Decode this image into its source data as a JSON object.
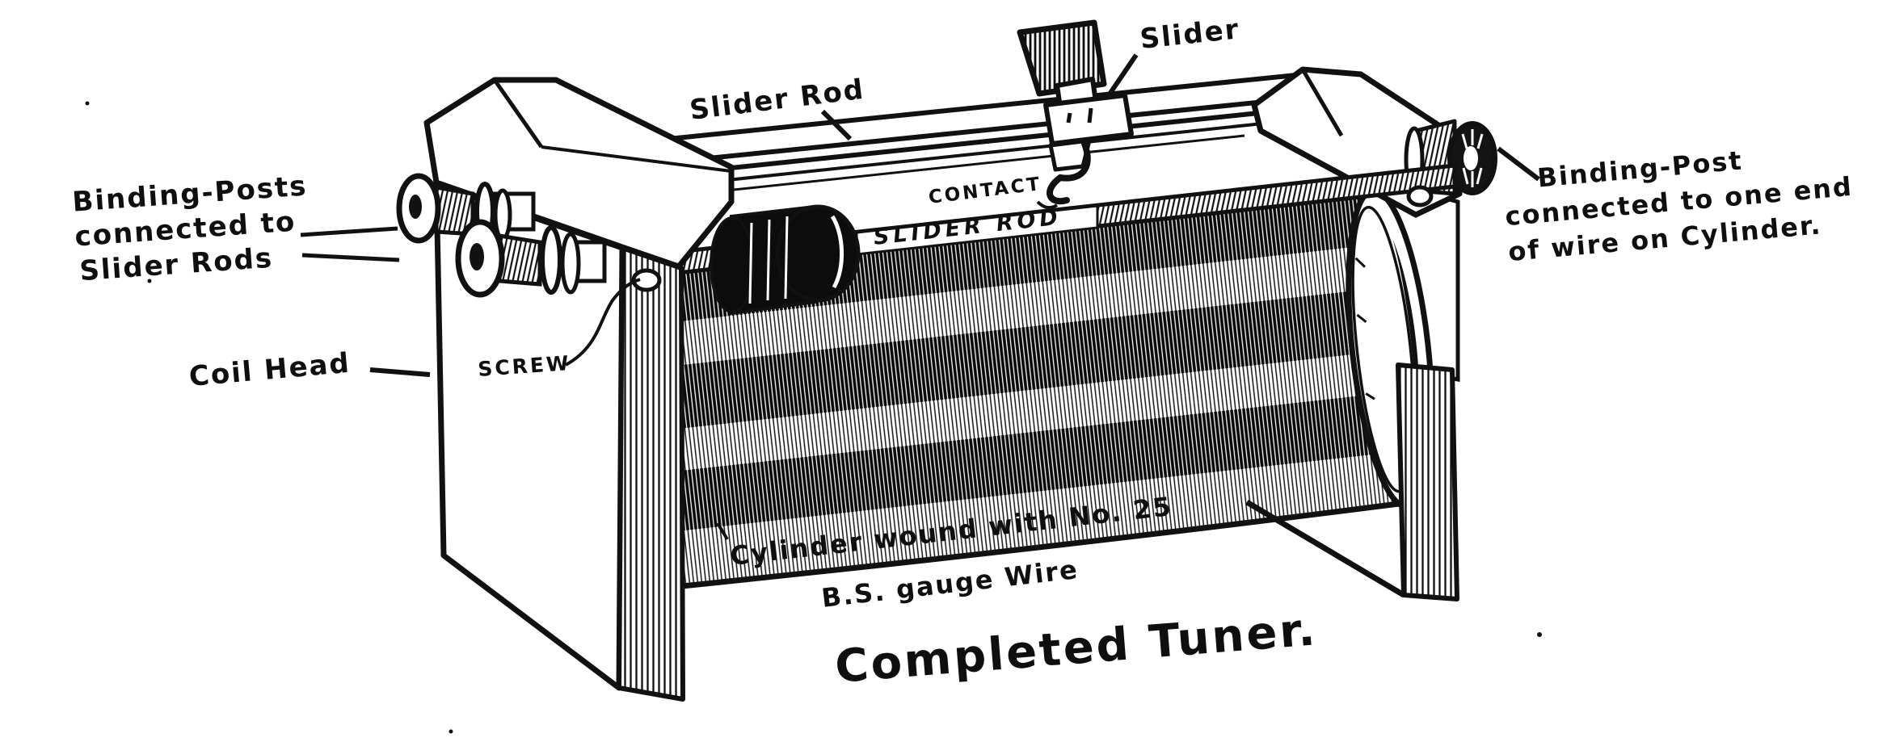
{
  "figure": {
    "title": "Completed Tuner.",
    "labels": {
      "binding_posts_left": {
        "line1": "Binding-Posts",
        "line2": "connected to",
        "line3": "Slider Rods"
      },
      "slider_rod_top": "Slider Rod",
      "slider": "Slider",
      "contact": "CONTACT",
      "slider_rod_on_rod": "SLIDER ROD",
      "screw": "SCREW",
      "coil_head": "Coil Head",
      "binding_post_right": {
        "line1": "Binding-Post",
        "line2": "connected to one end",
        "line3": "of wire on Cylinder."
      },
      "cylinder_note": {
        "line1": "Cylinder wound with No. 25",
        "line2": "B.S. gauge Wire"
      }
    },
    "colors": {
      "ink": "#111111",
      "paper": "#ffffff"
    }
  }
}
